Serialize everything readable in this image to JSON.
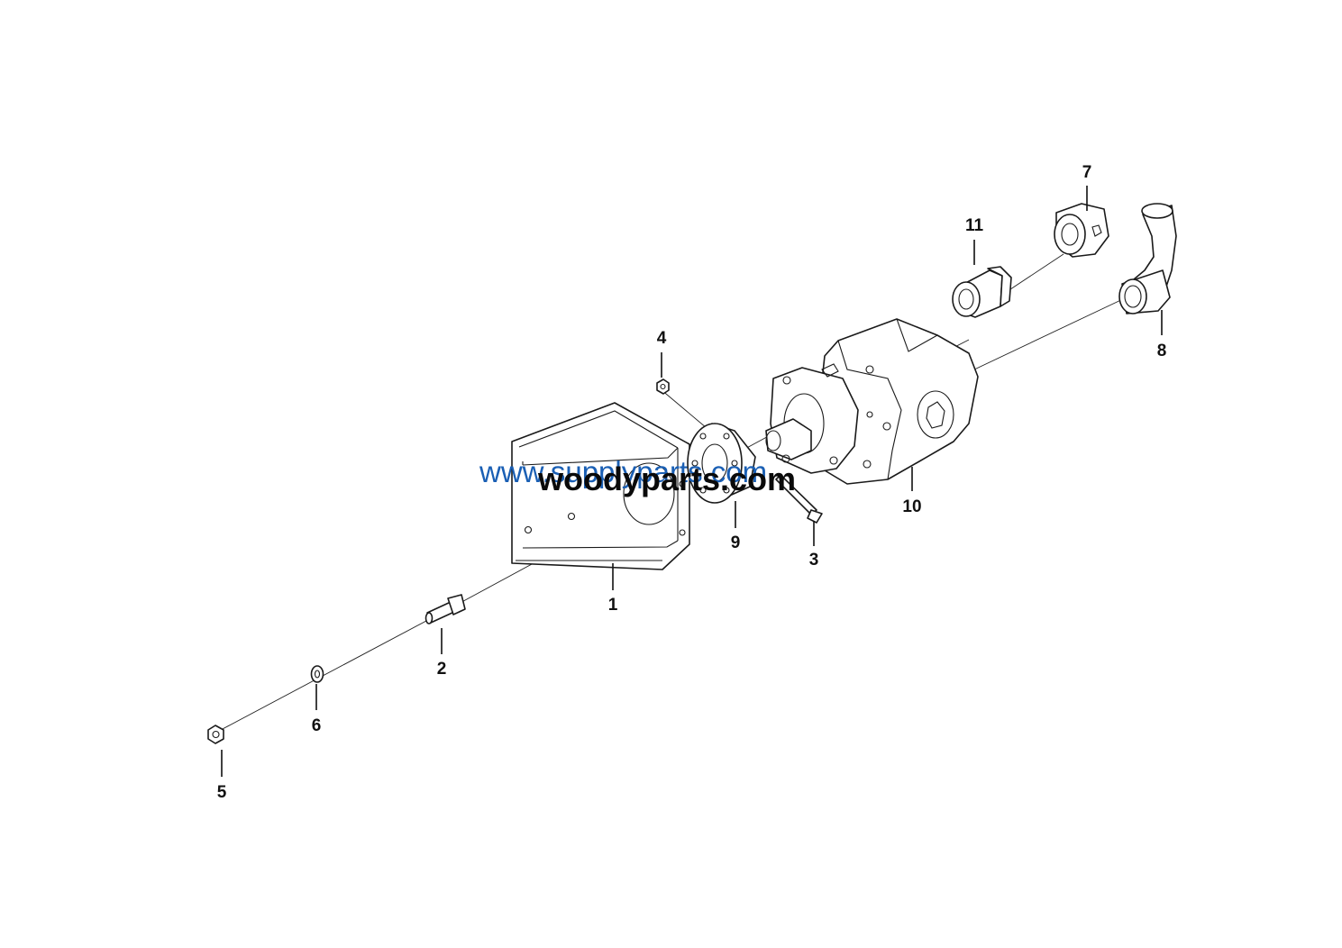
{
  "callouts": {
    "c1": "1",
    "c2": "2",
    "c3": "3",
    "c4": "4",
    "c5": "5",
    "c6": "6",
    "c7": "7",
    "c8": "8",
    "c9": "9",
    "c10": "10",
    "c11": "11"
  },
  "watermarks": {
    "primary": "www.supplyparts.com",
    "secondary": "woodyparts.com"
  },
  "colors": {
    "line": "#1a1a1a",
    "watermark_primary": "#1a5fb4",
    "watermark_secondary": "#0a0a0a"
  }
}
